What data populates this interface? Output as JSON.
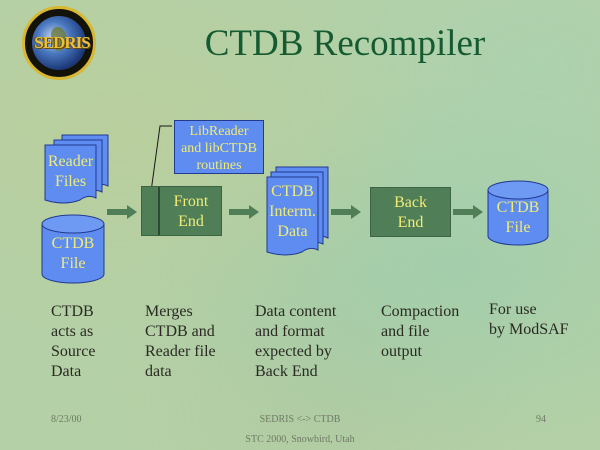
{
  "logo": {
    "text": "SEDRIS"
  },
  "title": "CTDB Recompiler",
  "diagram": {
    "reader_files": {
      "line1": "Reader",
      "line2": "Files"
    },
    "ctdb_source": {
      "line1": "CTDB",
      "line2": "File"
    },
    "callout": {
      "line1": "LibReader",
      "line2": "and libCTDB",
      "line3": "routines"
    },
    "front_end": {
      "line1": "Front",
      "line2": "End"
    },
    "interm_data": {
      "line1": "CTDB",
      "line2": "Interm.",
      "line3": "Data"
    },
    "back_end": {
      "line1": "Back",
      "line2": "End"
    },
    "ctdb_output": {
      "line1": "CTDB",
      "line2": "File"
    }
  },
  "descriptions": [
    {
      "lines": [
        "CTDB",
        "acts as",
        "Source",
        "Data"
      ]
    },
    {
      "lines": [
        "Merges",
        "CTDB and",
        "Reader file",
        "data"
      ]
    },
    {
      "lines": [
        "Data content",
        "and format",
        "expected by",
        "Back End"
      ]
    },
    {
      "lines": [
        "Compaction",
        "and file",
        "output"
      ]
    },
    {
      "lines": [
        "For use",
        "by ModSAF"
      ]
    }
  ],
  "footer": {
    "date": "8/23/00",
    "center": "SEDRIS <-> CTDB",
    "page": "94",
    "venue": "STC 2000, Snowbird, Utah"
  },
  "colors": {
    "process_green": "#4f7e57",
    "data_blue": "#5e8cf0",
    "label_yellow": "#f0ec78",
    "title_green": "#155a30"
  }
}
